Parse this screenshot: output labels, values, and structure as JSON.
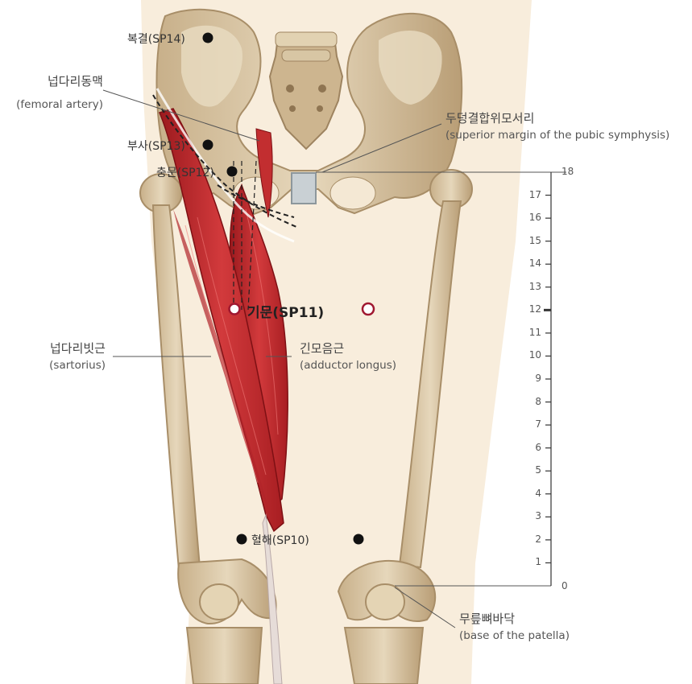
{
  "points": {
    "sp14": "복결(SP14)",
    "sp13": "부사(SP13)",
    "sp12": "충문(SP12)",
    "sp11": "기문(SP11)",
    "sp10": "혈해(SP10)"
  },
  "labels": {
    "femoral_artery_ko": "넙다리동맥",
    "femoral_artery_en": "(femoral artery)",
    "pubic_ko": "두덩결합위모서리",
    "pubic_en": "(superior margin of the pubic symphysis)",
    "sartorius_ko": "넙다리빗근",
    "sartorius_en": "(sartorius)",
    "adductor_ko": "긴모음근",
    "adductor_en": "(adductor longus)",
    "patella_ko": "무릎뼈바닥",
    "patella_en": "(base of the patella)"
  },
  "scale": {
    "min": 0,
    "max": 18,
    "ticks": [
      "1",
      "2",
      "3",
      "4",
      "5",
      "6",
      "7",
      "8",
      "9",
      "10",
      "11",
      "12",
      "13",
      "14",
      "15",
      "16",
      "17"
    ],
    "top_label": "18",
    "bottom_label": "0",
    "highlight": 12
  },
  "colors": {
    "bone": "#d8c6a6",
    "bone_shade": "#b89e78",
    "muscle": "#c0282c",
    "skin": "#f8eddc",
    "point": "#111111",
    "highlight": "#a01830"
  }
}
